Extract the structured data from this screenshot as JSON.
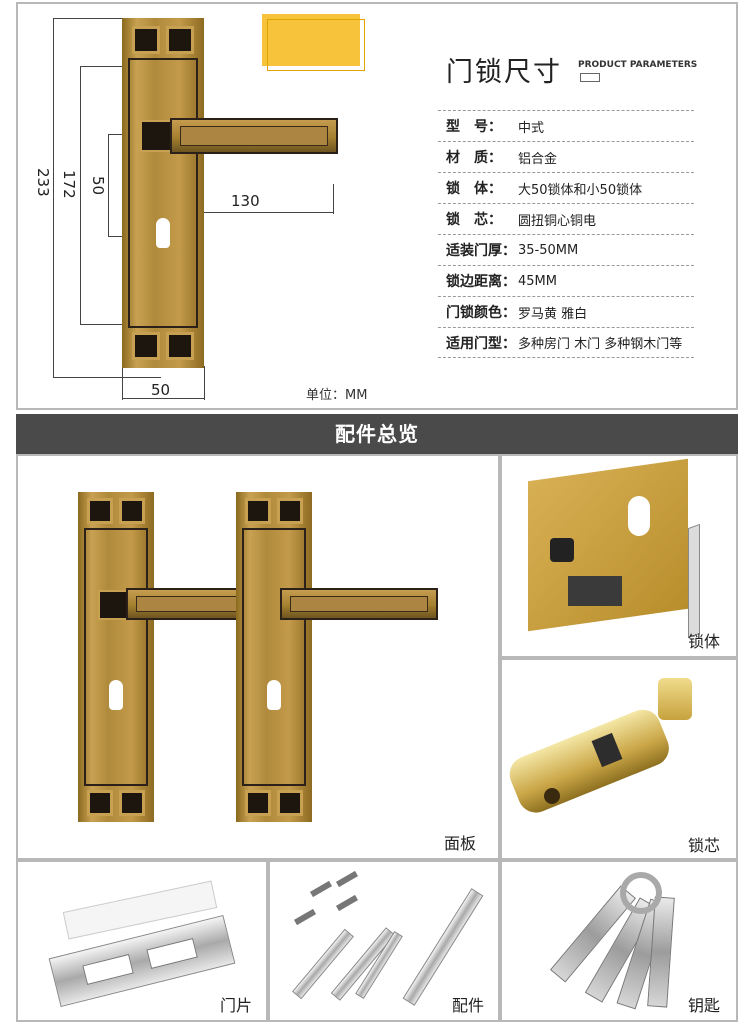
{
  "spec": {
    "title": "门锁尺寸",
    "subtitle": "PRODUCT PARAMETERS",
    "unit": "单位：MM",
    "dimensions": {
      "total_height": "233",
      "inner_height": "172",
      "hole_distance": "50",
      "lever_length": "130",
      "plate_width": "50"
    },
    "rows": [
      {
        "key": "型　号：",
        "value": "中式"
      },
      {
        "key": "材　质：",
        "value": "铝合金"
      },
      {
        "key": "锁　体：",
        "value": "大50锁体和小50锁体"
      },
      {
        "key": "锁　芯：",
        "value": "圆扭铜心铜电"
      },
      {
        "key": "适装门厚：",
        "value": "35-50MM"
      },
      {
        "key": "锁边距离：",
        "value": "45MM"
      },
      {
        "key": "门锁颜色：",
        "value": "罗马黄  雅白"
      },
      {
        "key": "适用门型：",
        "value": "多种房门 木门 多种钢木门等"
      }
    ]
  },
  "banner": {
    "title": "配件总览"
  },
  "accessories": {
    "panel": "面板",
    "lock_body": "锁体",
    "lock_core": "锁芯",
    "strike_plate": "门片",
    "fittings": "配件",
    "keys": "钥匙"
  },
  "colors": {
    "accent_yellow": "#f7c33a",
    "banner_bg": "#4a4a4a",
    "gold": "#c39a4a",
    "dark_pattern": "#1d160f"
  }
}
